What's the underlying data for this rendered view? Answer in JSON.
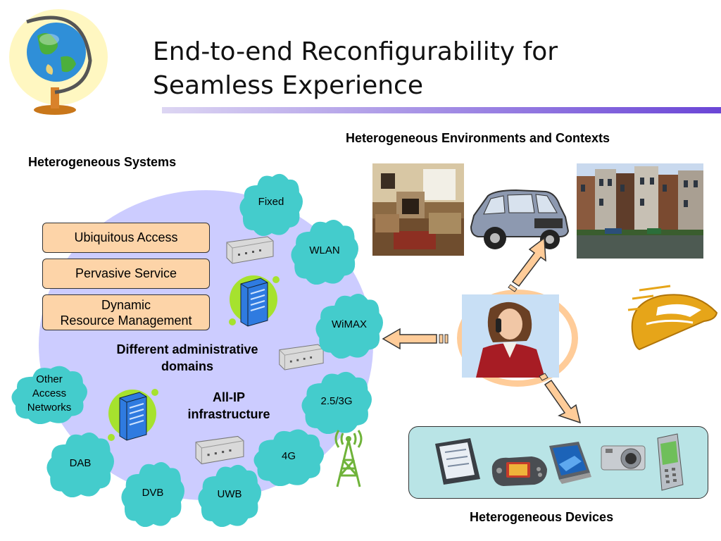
{
  "slide": {
    "title_line1": "End-to-end Reconfigurability for",
    "title_line2": "Seamless Experience"
  },
  "headings": {
    "systems": "Heterogeneous Systems",
    "environments": "Heterogeneous Environments and Contexts",
    "devices": "Heterogeneous Devices"
  },
  "boxes": {
    "ubiquitous": "Ubiquitous Access",
    "pervasive": "Pervasive Service",
    "dynamic_line1": "Dynamic",
    "dynamic_line2": "Resource Management"
  },
  "center_text": {
    "admin_line1": "Different administrative",
    "admin_line2": "domains",
    "allip_line1": "All-IP",
    "allip_line2": "infrastructure"
  },
  "networks": {
    "fixed": "Fixed",
    "wlan": "WLAN",
    "wimax": "WiMAX",
    "g25_3": "2.5/3G",
    "g4": "4G",
    "uwb": "UWB",
    "dvb": "DVB",
    "dab": "DAB",
    "other_line1": "Other",
    "other_line2": "Access",
    "other_line3": "Networks"
  },
  "icons": [
    "globe-icon",
    "router-icon",
    "server-icon",
    "car-icon",
    "living-room-photo",
    "canal-houses-photo",
    "train-icon",
    "woman-phone-photo",
    "antenna-tower-icon",
    "pda-icon",
    "game-console-icon",
    "tablet-icon",
    "camera-icon",
    "phone-icon"
  ],
  "colors": {
    "cloud": "#44cccc",
    "blob": "#ccccff",
    "box": "#fdd4a8",
    "arrow": "#ffcc99",
    "panel": "#b9e4e6",
    "train": "#e6a519"
  }
}
